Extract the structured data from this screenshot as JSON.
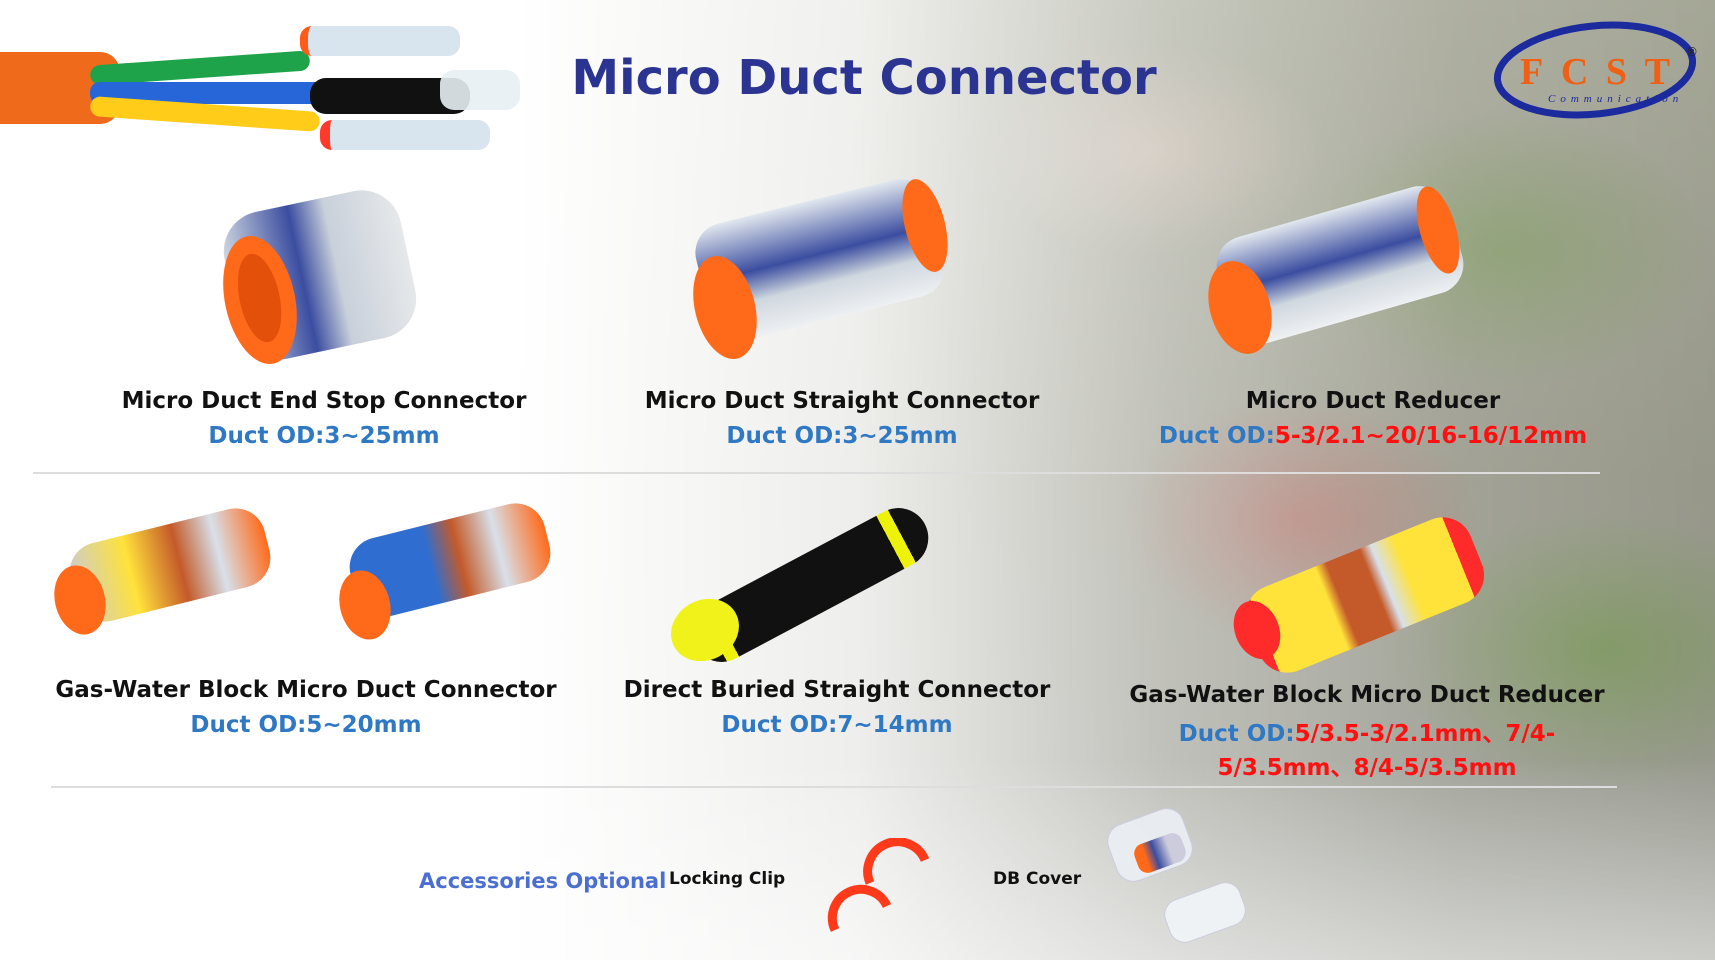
{
  "title": "Micro Duct Connector",
  "logo": {
    "text": "FCST",
    "subtext": "Communication",
    "registered": "®"
  },
  "products": [
    {
      "name": "Micro Duct End Stop Connector",
      "spec_label": "Duct OD:",
      "spec_value": "3~25mm"
    },
    {
      "name": "Micro Duct Straight Connector",
      "spec_label": "Duct OD:",
      "spec_value": "3~25mm"
    },
    {
      "name": "Micro Duct Reducer",
      "spec_label": "Duct OD:",
      "spec_value": "5-3/2.1~20/16-16/12mm"
    },
    {
      "name": "Gas-Water Block Micro Duct Connector",
      "spec_label": "Duct OD:",
      "spec_value": "5~20mm"
    },
    {
      "name": "Direct Buried Straight Connector",
      "spec_label": "Duct OD:",
      "spec_value": "7~14mm"
    },
    {
      "name": "Gas-Water Block Micro Duct Reducer",
      "spec_label": "Duct OD:",
      "spec_value": "5/3.5-3/2.1mm、7/4-",
      "spec_value2": "5/3.5mm、8/4-5/3.5mm"
    }
  ],
  "accessories": {
    "label": "Accessories Optional",
    "items": [
      {
        "name": "Locking Clip"
      },
      {
        "name": "DB Cover"
      }
    ]
  },
  "colors": {
    "title": "#2b3490",
    "spec_label": "#2f78c4",
    "spec_red": "#ff1010",
    "orange": "#ff6a1a"
  }
}
